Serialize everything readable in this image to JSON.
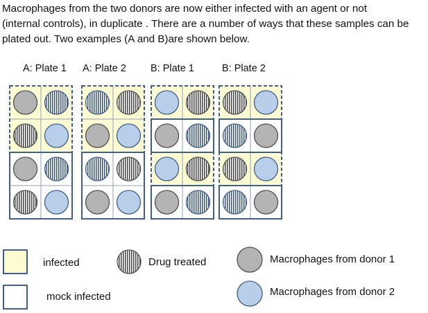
{
  "intro": {
    "line1": "Macrophages from the two donors are now either infected with an agent or not",
    "line2": "(internal controls), in duplicate . There are a number of ways that these samples can be",
    "line3": "plated out. Two examples (A and B)are shown below."
  },
  "plates": [
    {
      "label": "A: Plate 1",
      "cells": [
        [
          "gray",
          "blue-striped"
        ],
        [
          "gray-striped",
          "blue"
        ],
        [
          "gray",
          "blue-striped"
        ],
        [
          "gray-striped",
          "blue"
        ]
      ],
      "infected_blocks": [
        1,
        1,
        0,
        0
      ],
      "block_style": "pairs"
    },
    {
      "label": "A: Plate 2",
      "cells": [
        [
          "blue-striped",
          "gray-striped"
        ],
        [
          "gray",
          "blue"
        ],
        [
          "blue-striped",
          "gray-striped"
        ],
        [
          "gray",
          "blue"
        ]
      ],
      "infected_blocks": [
        1,
        1,
        0,
        0
      ],
      "block_style": "pairs"
    },
    {
      "label": "B: Plate 1",
      "cells": [
        [
          "blue",
          "gray-striped"
        ],
        [
          "gray",
          "blue-striped"
        ],
        [
          "blue",
          "gray-striped"
        ],
        [
          "gray",
          "blue-striped"
        ]
      ],
      "infected_blocks": [
        1,
        0,
        1,
        0
      ],
      "block_style": "rows"
    },
    {
      "label": "B: Plate 2",
      "cells": [
        [
          "gray-striped",
          "blue"
        ],
        [
          "blue-striped",
          "gray"
        ],
        [
          "gray-striped",
          "blue"
        ],
        [
          "blue-striped",
          "gray"
        ]
      ],
      "infected_blocks": [
        1,
        0,
        1,
        0
      ],
      "block_style": "rows"
    }
  ],
  "legend": {
    "infected": "infected",
    "mock_infected": "mock infected",
    "drug_treated": "Drug treated",
    "donor1": "Macrophages from donor 1",
    "donor2": "Macrophages from donor 2"
  },
  "colors": {
    "infected_fill": "#fdfbd2",
    "frame": "#3f5f8a",
    "grid": "#8aa0bc",
    "donor1": "#b4b4b4",
    "donor2": "#b9cfe9",
    "circle_stroke": "#505050"
  }
}
